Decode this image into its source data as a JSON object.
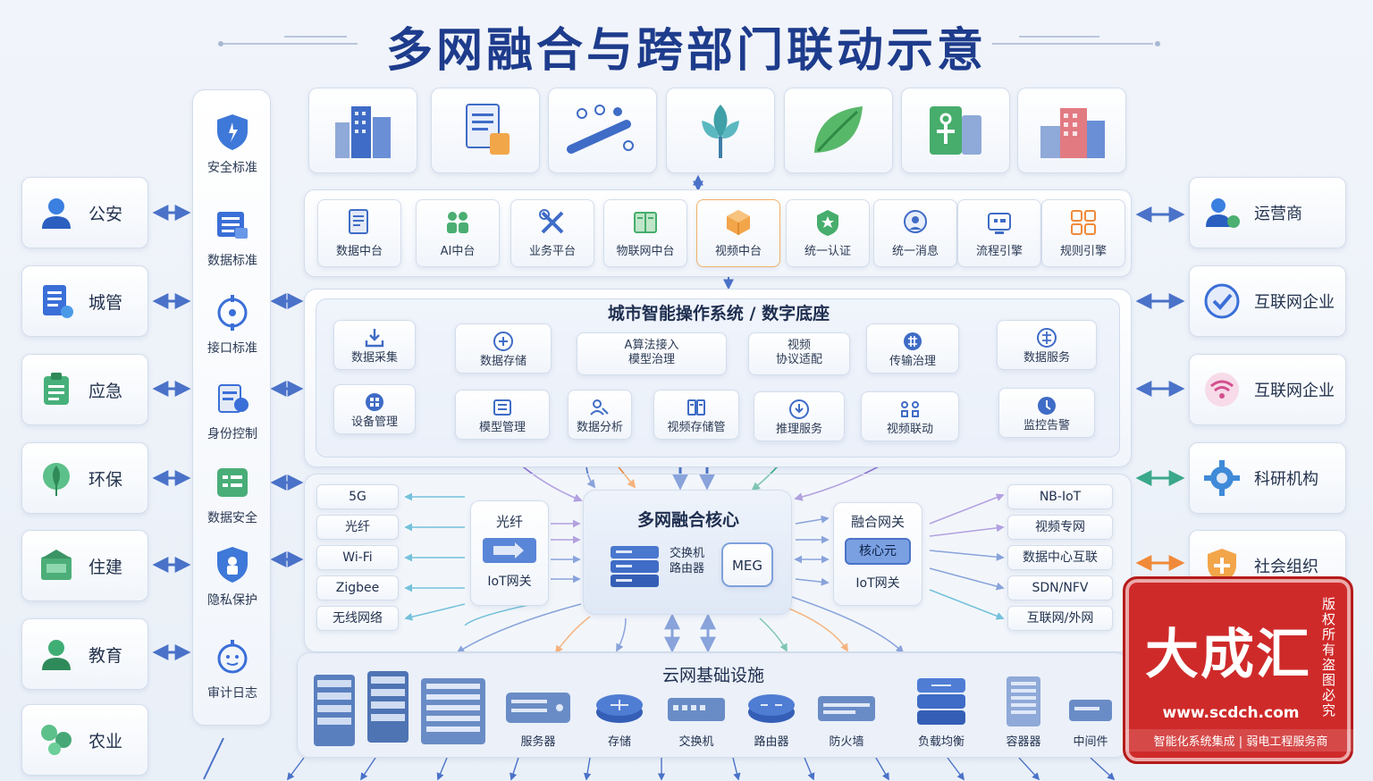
{
  "title": "多网融合与跨部门联动示意",
  "colors": {
    "title": "#1e3c8c",
    "arrow": "#4a72c8",
    "watermark": "#cf2a2a"
  },
  "departments": [
    {
      "label": "公安",
      "icon": "person-icon"
    },
    {
      "label": "城管",
      "icon": "document-icon"
    },
    {
      "label": "应急",
      "icon": "clipboard-icon"
    },
    {
      "label": "环保",
      "icon": "leaf-globe-icon"
    },
    {
      "label": "住建",
      "icon": "building-icon"
    },
    {
      "label": "教育",
      "icon": "person-icon"
    },
    {
      "label": "农业",
      "icon": "plant-icon"
    }
  ],
  "standards": [
    {
      "label": "安全标准",
      "icon": "shield-icon"
    },
    {
      "label": "数据标准",
      "icon": "data-table-icon"
    },
    {
      "label": "接口标准",
      "icon": "interface-icon"
    },
    {
      "label": "身份控制",
      "icon": "identity-icon"
    },
    {
      "label": "数据安全",
      "icon": "data-security-icon"
    },
    {
      "label": "隐私保护",
      "icon": "privacy-lock-icon"
    },
    {
      "label": "审计日志",
      "icon": "audit-icon"
    }
  ],
  "top_tiles": [
    {
      "icon": "city-buildings-icon"
    },
    {
      "icon": "documents-icon"
    },
    {
      "icon": "conveyor-icon"
    },
    {
      "icon": "tree-icon"
    },
    {
      "icon": "leaf-icon"
    },
    {
      "icon": "medical-cross-icon"
    },
    {
      "icon": "office-building-icon"
    }
  ],
  "platforms": [
    {
      "label": "数据中台",
      "icon": "data-doc-icon"
    },
    {
      "label": "AI中台",
      "icon": "ai-people-icon"
    },
    {
      "label": "业务平台",
      "icon": "tools-icon"
    },
    {
      "label": "物联网中台",
      "icon": "book-icon"
    },
    {
      "label": "视频中台",
      "icon": "cube-icon"
    },
    {
      "label": "统一认证",
      "icon": "badge-icon"
    },
    {
      "label": "统一消息",
      "icon": "message-icon"
    },
    {
      "label": "流程引擎",
      "icon": "workflow-icon"
    },
    {
      "label": "规则引擎",
      "icon": "rules-icon"
    }
  ],
  "os": {
    "title": "城市智能操作系统 / 数字底座",
    "modules": {
      "data_collect": "数据采集",
      "device_mgmt": "设备管理",
      "data_store": "数据存储",
      "model_mgmt": "模型管理",
      "ai_access_1": "A算法接入",
      "ai_access_2": "模型治理",
      "data_analysis": "数据分析",
      "video_1": "视频",
      "video_2": "协议适配",
      "video_store": "视频存储管",
      "transfer_gov": "传输治理",
      "infer_service": "推理服务",
      "video_link": "视频联动",
      "data_service": "数据服务",
      "monitor_alert": "监控告警"
    }
  },
  "net_left": [
    "5G",
    "光纤",
    "Wi-Fi",
    "Zigbee",
    "无线网络"
  ],
  "fiber_box": {
    "title": "光纤",
    "label": "IoT网关"
  },
  "core": {
    "title": "多网融合核心",
    "switch": "交换机\n路由器",
    "meg": "MEG"
  },
  "gateway": {
    "title": "融合网关",
    "core_unit": "核心元",
    "label": "IoT网关"
  },
  "net_right": [
    "NB-IoT",
    "视频专网",
    "数据中心互联",
    "SDN/NFV",
    "互联网/外网"
  ],
  "infra": {
    "title": "云网基础设施",
    "devices": [
      "服务器",
      "存储",
      "交换机",
      "路由器",
      "防火墙",
      "负载均衡",
      "容器器",
      "中间件"
    ]
  },
  "orgs": [
    {
      "label": "运营商",
      "icon": "person-network-icon"
    },
    {
      "label": "互联网企业",
      "icon": "check-globe-icon"
    },
    {
      "label": "互联网企业",
      "icon": "wifi-icon"
    },
    {
      "label": "科研机构",
      "icon": "gear-icon"
    },
    {
      "label": "社会组织",
      "icon": "shield-plus-icon"
    }
  ],
  "watermark": {
    "brand": "大成汇",
    "side": "版权所有 盗图必究",
    "url": "www.scdch.com",
    "sub": "智能化系统集成 | 弱电工程服务商"
  }
}
